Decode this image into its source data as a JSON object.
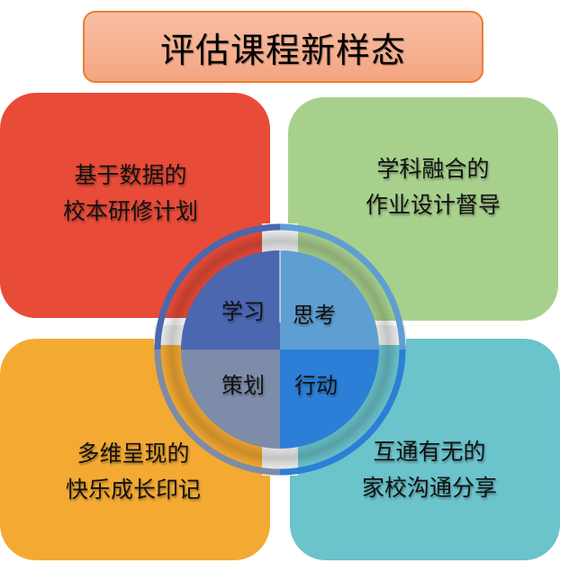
{
  "title": "评估课程新样态",
  "quadrants": [
    {
      "id": "top-left",
      "color": "#e84b38",
      "lines": [
        "基于数据的",
        "校本研修计划"
      ]
    },
    {
      "id": "top-right",
      "color": "#a8d08d",
      "lines": [
        "学科融合的",
        "作业设计督导"
      ]
    },
    {
      "id": "bottom-left",
      "color": "#f4aa32",
      "lines": [
        "多维呈现的",
        "快乐成长印记"
      ]
    },
    {
      "id": "bottom-right",
      "color": "#6bc3cc",
      "lines": [
        "互通有无的",
        "家校沟通分享"
      ]
    }
  ],
  "center_wheel": {
    "segments": [
      {
        "label": "学习",
        "color": "#4a67b0"
      },
      {
        "label": "思考",
        "color": "#5f9ed2"
      },
      {
        "label": "策划",
        "color": "#7d8ca8"
      },
      {
        "label": "行动",
        "color": "#2b7fd6"
      }
    ]
  }
}
